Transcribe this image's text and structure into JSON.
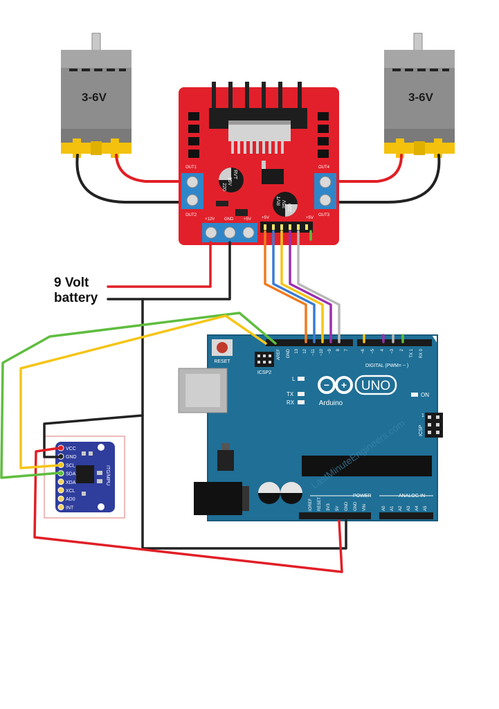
{
  "motors": {
    "left": {
      "label": "3-6V"
    },
    "right": {
      "label": "3-6V"
    }
  },
  "battery": {
    "line1": "9 Volt",
    "line2": "battery"
  },
  "driver": {
    "out1": "OUT1",
    "out2": "OUT2",
    "out3": "OUT3",
    "out4": "OUT4",
    "v12": "+12V",
    "gnd": "GND",
    "v5": "+5V",
    "en_left": "+5V",
    "en_right": "+5V",
    "cap_left": [
      "220",
      "35V",
      "RVT"
    ],
    "cap_right": [
      "220",
      "35V",
      "RVT"
    ]
  },
  "mpu": {
    "pins": [
      "VCC",
      "GND",
      "SCL",
      "SDA",
      "XDA",
      "XCL",
      "AD0",
      "INT"
    ],
    "chip_label": "ITG/MPU"
  },
  "arduino": {
    "reset": "RESET",
    "icsp2": "ICSP2",
    "icsp": "ICSP",
    "brand": "Arduino",
    "model": "UNO",
    "on": "ON",
    "led_l": "L",
    "led_tx": "TX",
    "led_rx": "RX",
    "digital_label": "DIGITAL (PWM= ~ )",
    "power_label": "POWER",
    "analog_label": "ANALOG IN",
    "digital_pins": [
      "AREF",
      "GND",
      "13",
      "12",
      "~11",
      "~10",
      "~9",
      "8",
      "7",
      "~6",
      "~5",
      "4",
      "~3",
      "2",
      "TX 1",
      "RX 0"
    ],
    "power_pins": [
      "IOREF",
      "RESET",
      "3V3",
      "5V",
      "GND",
      "GND",
      "VIN"
    ],
    "analog_pins": [
      "A0",
      "A1",
      "A2",
      "A3",
      "A4",
      "A5"
    ],
    "icsp_num": "1"
  },
  "watermark": "LastMinuteEngineers.com",
  "colors": {
    "driver_board": "#e2202b",
    "arduino_board": "#1f6f96",
    "wire_red": "#e11f26",
    "wire_black": "#222222",
    "wire_green": "#5fbd3f",
    "wire_yellow": "#f5c518",
    "wire_orange": "#f07a1f",
    "wire_blue": "#3a7bd5",
    "wire_purple": "#9b2fae",
    "wire_gray": "#b8b8b8",
    "motor_body": "#8c8c8c",
    "motor_yellow": "#f4c20d",
    "mpu_board": "#2f3d9c"
  }
}
